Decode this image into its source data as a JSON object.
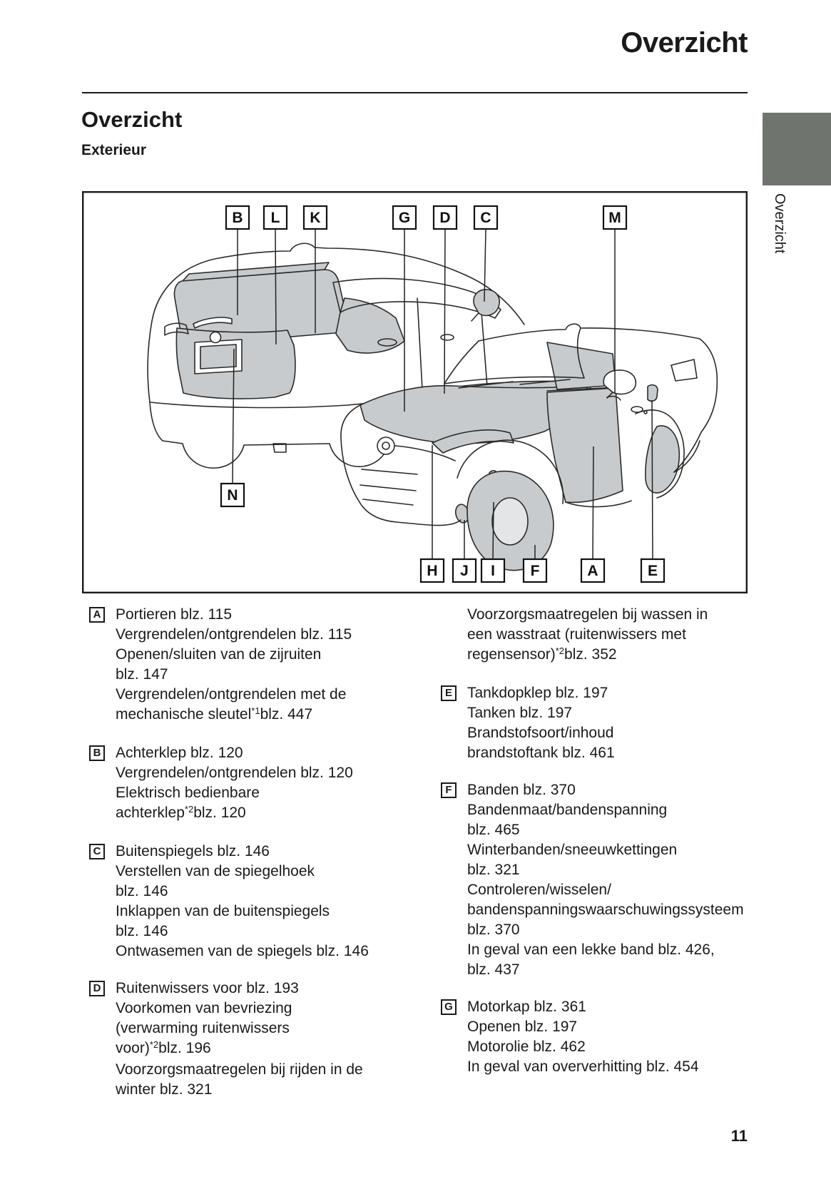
{
  "page": {
    "header_title": "Overzicht",
    "section_title": "Overzicht",
    "subsection_title": "Exterieur",
    "sidebar_tab_label": "Overzicht",
    "page_number": "11",
    "tab_color": "#6f746f",
    "shade_color": "#c7cbcd"
  },
  "diagram": {
    "top_labels": [
      "B",
      "L",
      "K",
      "G",
      "D",
      "C",
      "M"
    ],
    "bottom_labels": [
      "H",
      "J",
      "I",
      "F",
      "A",
      "E"
    ],
    "side_label": "N"
  },
  "legend": {
    "left": [
      {
        "letter": "A",
        "lines": [
          {
            "pre": "Portieren blz. 115",
            "sup": "",
            "post": ""
          },
          {
            "pre": "Vergrendelen/ontgrendelen blz. 115",
            "sup": "",
            "post": ""
          },
          {
            "pre": "Openen/sluiten van de zijruiten",
            "sup": "",
            "post": ""
          },
          {
            "pre": "blz. 147",
            "sup": "",
            "post": ""
          },
          {
            "pre": "Vergrendelen/ontgrendelen met de",
            "sup": "",
            "post": ""
          },
          {
            "pre": "mechanische sleutel",
            "sup": "*1",
            "post": "blz. 447"
          }
        ]
      },
      {
        "letter": "B",
        "lines": [
          {
            "pre": "Achterklep blz. 120",
            "sup": "",
            "post": ""
          },
          {
            "pre": "Vergrendelen/ontgrendelen blz. 120",
            "sup": "",
            "post": ""
          },
          {
            "pre": "Elektrisch bedienbare",
            "sup": "",
            "post": ""
          },
          {
            "pre": "achterklep",
            "sup": "*2",
            "post": "blz. 120"
          }
        ]
      },
      {
        "letter": "C",
        "lines": [
          {
            "pre": "Buitenspiegels blz. 146",
            "sup": "",
            "post": ""
          },
          {
            "pre": "Verstellen van de spiegelhoek",
            "sup": "",
            "post": ""
          },
          {
            "pre": "blz. 146",
            "sup": "",
            "post": ""
          },
          {
            "pre": "Inklappen van de buitenspiegels",
            "sup": "",
            "post": ""
          },
          {
            "pre": "blz. 146",
            "sup": "",
            "post": ""
          },
          {
            "pre": "Ontwasemen van de spiegels blz. 146",
            "sup": "",
            "post": ""
          }
        ]
      },
      {
        "letter": "D",
        "lines": [
          {
            "pre": "Ruitenwissers voor blz. 193",
            "sup": "",
            "post": ""
          },
          {
            "pre": "Voorkomen van bevriezing",
            "sup": "",
            "post": ""
          },
          {
            "pre": "(verwarming ruitenwissers",
            "sup": "",
            "post": ""
          },
          {
            "pre": "voor)",
            "sup": "*2",
            "post": "blz. 196"
          },
          {
            "pre": "Voorzorgsmaatregelen bij rijden in de",
            "sup": "",
            "post": ""
          },
          {
            "pre": "winter blz. 321",
            "sup": "",
            "post": ""
          }
        ]
      }
    ],
    "right": [
      {
        "letter": "",
        "lines": [
          {
            "pre": "Voorzorgsmaatregelen bij wassen in",
            "sup": "",
            "post": ""
          },
          {
            "pre": "een wasstraat (ruitenwissers met",
            "sup": "",
            "post": ""
          },
          {
            "pre": "regensensor)",
            "sup": "*2",
            "post": "blz. 352"
          }
        ]
      },
      {
        "letter": "E",
        "lines": [
          {
            "pre": "Tankdopklep blz. 197",
            "sup": "",
            "post": ""
          },
          {
            "pre": "Tanken blz. 197",
            "sup": "",
            "post": ""
          },
          {
            "pre": "Brandstofsoort/inhoud",
            "sup": "",
            "post": ""
          },
          {
            "pre": "brandstoftank blz. 461",
            "sup": "",
            "post": ""
          }
        ]
      },
      {
        "letter": "F",
        "lines": [
          {
            "pre": "Banden blz. 370",
            "sup": "",
            "post": ""
          },
          {
            "pre": "Bandenmaat/bandenspanning",
            "sup": "",
            "post": ""
          },
          {
            "pre": "blz. 465",
            "sup": "",
            "post": ""
          },
          {
            "pre": "Winterbanden/sneeuwkettingen",
            "sup": "",
            "post": ""
          },
          {
            "pre": "blz. 321",
            "sup": "",
            "post": ""
          },
          {
            "pre": "Controleren/wisselen/",
            "sup": "",
            "post": ""
          },
          {
            "pre": "bandenspanningswaarschuwingssysteem",
            "sup": "",
            "post": ""
          },
          {
            "pre": "blz. 370",
            "sup": "",
            "post": ""
          },
          {
            "pre": "In geval van een lekke band blz. 426,",
            "sup": "",
            "post": ""
          },
          {
            "pre": "blz. 437",
            "sup": "",
            "post": ""
          }
        ]
      },
      {
        "letter": "G",
        "lines": [
          {
            "pre": "Motorkap blz. 361",
            "sup": "",
            "post": ""
          },
          {
            "pre": "Openen blz. 197",
            "sup": "",
            "post": ""
          },
          {
            "pre": "Motorolie blz. 462",
            "sup": "",
            "post": ""
          },
          {
            "pre": "In geval van oververhitting blz. 454",
            "sup": "",
            "post": ""
          }
        ]
      }
    ]
  }
}
